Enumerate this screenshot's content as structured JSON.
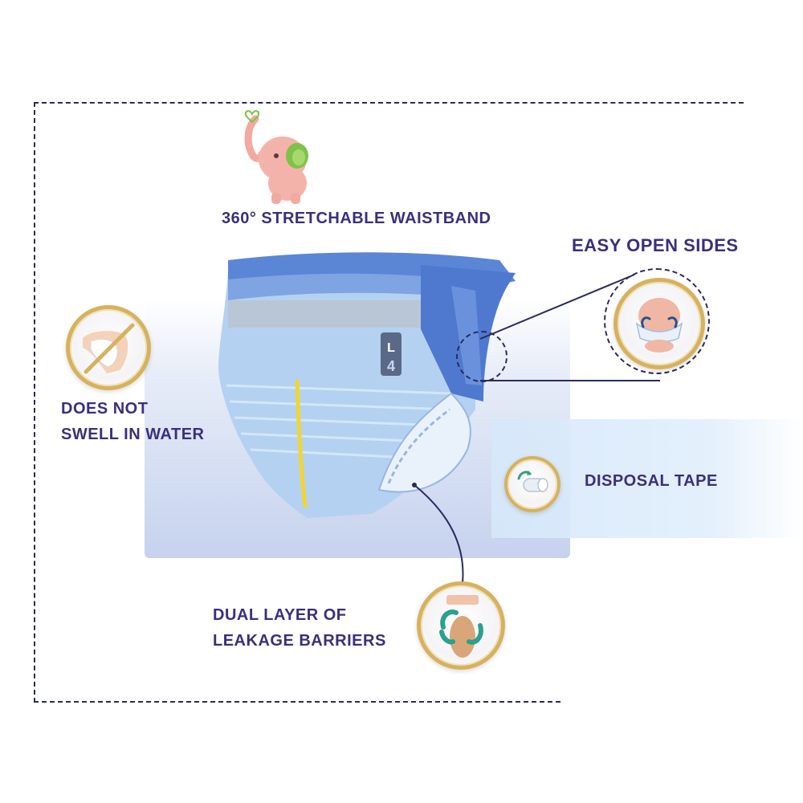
{
  "features": {
    "waistband": "360° STRETCHABLE WAISTBAND",
    "easy_open_sides": "EASY OPEN SIDES",
    "no_swell": "DOES NOT\nSWELL IN WATER",
    "disposal_tape": "DISPOSAL TAPE",
    "leakage_barriers": "DUAL LAYER OF\nLEAKAGE BARRIERS"
  },
  "diaper_size_mark": {
    "letter": "L",
    "number": "4"
  },
  "colors": {
    "text": "#3b2f7a",
    "gold_ring": "#d6b25e",
    "line": "#2a2a5e",
    "diaper_blue": "#a9c8ec",
    "waist_blue": "#5b86d6"
  },
  "icons": [
    "elephant-mascot-icon",
    "knee-no-swell-icon",
    "open-sides-icon",
    "disposal-tape-icon",
    "leak-guard-icon"
  ]
}
